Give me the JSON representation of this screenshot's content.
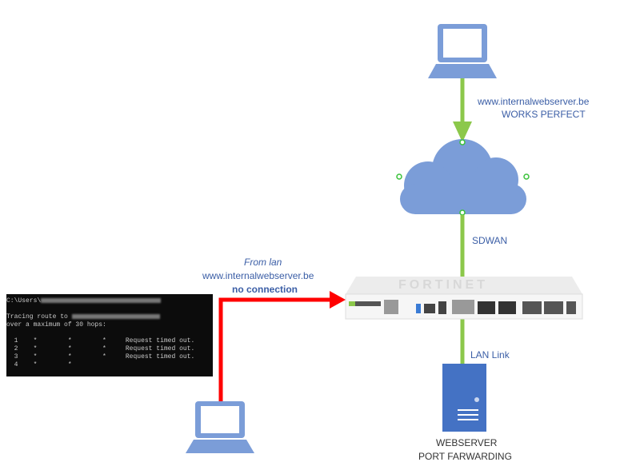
{
  "colors": {
    "link_ok": "#8cc84b",
    "link_fail": "#ff0000",
    "cloud": "#7b9dd8",
    "device": "#7b9dd8",
    "server": "#4472c4",
    "label": "#3b5ea6"
  },
  "top_client": {
    "icon": "laptop-icon",
    "label_line1": "www.internalwebserver.be",
    "label_line2": "WORKS PERFECT"
  },
  "cloud": {
    "icon": "cloud-icon"
  },
  "sdwan_link": {
    "label": "SDWAN"
  },
  "firewall": {
    "icon": "firewall-appliance",
    "brand": "FORTINET"
  },
  "lan_link": {
    "label": "LAN Link"
  },
  "server": {
    "icon": "server-icon",
    "label_line1": "WEBSERVER",
    "label_line2": "PORT FARWARDING"
  },
  "lan_client": {
    "icon": "laptop-icon",
    "label_line1": "From lan",
    "label_line2": "www.internalwebserver.be",
    "label_line3": "no connection"
  },
  "terminal": {
    "prompt": "C:\\Users\\",
    "line_trace": "Tracing route to ",
    "line_max": "over a maximum of 30 hops:",
    "hops": [
      {
        "n": "1",
        "c": "*        *        *",
        "msg": "Request timed out."
      },
      {
        "n": "2",
        "c": "*        *        *",
        "msg": "Request timed out."
      },
      {
        "n": "3",
        "c": "*        *        *",
        "msg": "Request timed out."
      },
      {
        "n": "4",
        "c": "*        *",
        "msg": ""
      }
    ]
  }
}
